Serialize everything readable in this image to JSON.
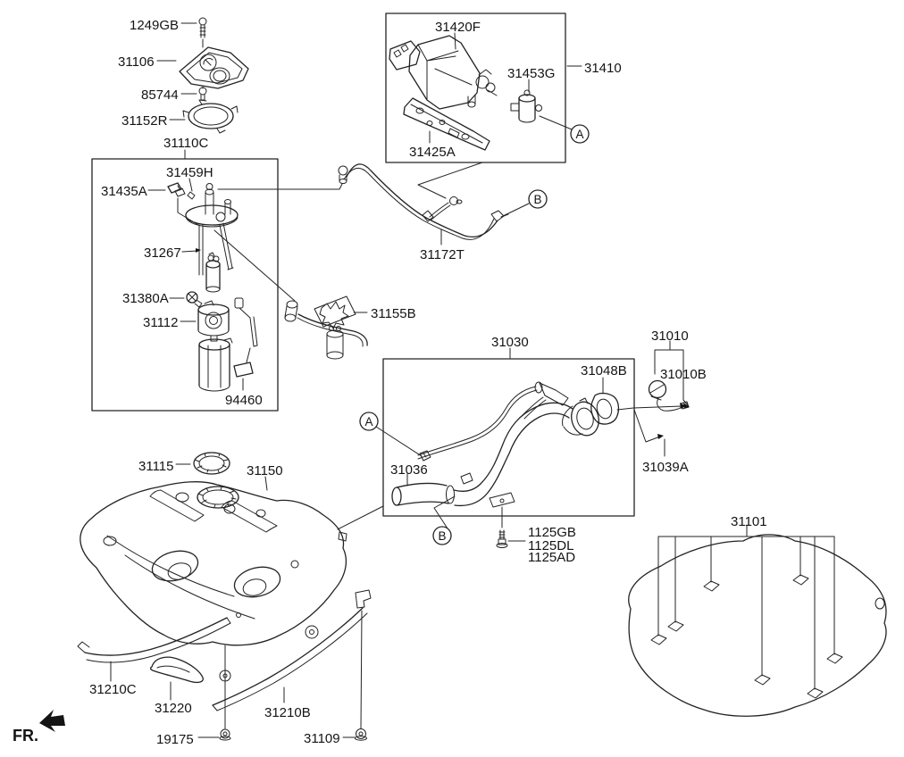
{
  "diagram_type": "exploded-parts-diagram",
  "subject": "fuel tank and filler system",
  "colors": {
    "line": "#232323",
    "background": "#ffffff"
  },
  "labels": {
    "1249GB": "1249GB",
    "31106": "31106",
    "85744": "85744",
    "31152R": "31152R",
    "31110C": "31110C",
    "31459H": "31459H",
    "31435A": "31435A",
    "31267": "31267",
    "31380A": "31380A",
    "31112": "31112",
    "94460": "94460",
    "31420F": "31420F",
    "31453G": "31453G",
    "31410": "31410",
    "31425A": "31425A",
    "31172T": "31172T",
    "31155B": "31155B",
    "31030": "31030",
    "31048B": "31048B",
    "31036": "31036",
    "1125GB": "1125GB",
    "1125DL": "1125DL",
    "1125AD": "1125AD",
    "31010": "31010",
    "31010B": "31010B",
    "31039A": "31039A",
    "31115": "31115",
    "31150": "31150",
    "31210C": "31210C",
    "31220": "31220",
    "31210B": "31210B",
    "19175": "19175",
    "31109": "31109",
    "31101": "31101"
  },
  "markers": {
    "A": "A",
    "B": "B"
  },
  "front_indicator": "FR."
}
